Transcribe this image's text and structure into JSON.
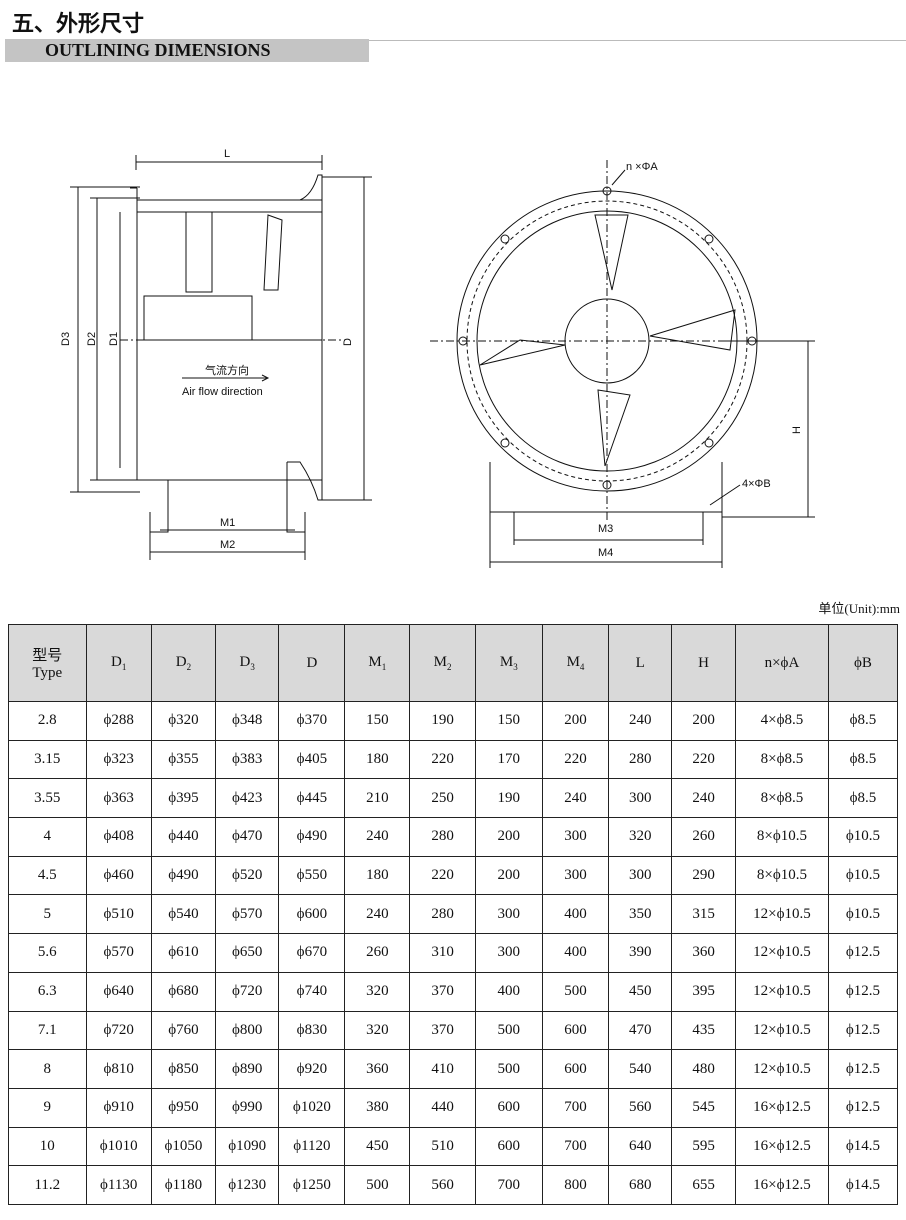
{
  "title_cn": "五、外形尺寸",
  "title_en": "OUTLINING DIMENSIONS",
  "drawing": {
    "side": {
      "L": "L",
      "D3": "D3",
      "D2": "D2",
      "D1": "D1",
      "D": "D",
      "airflow_cn": "气流方向",
      "airflow_en": "Air flow direction",
      "M1": "M1",
      "M2": "M2"
    },
    "front": {
      "holes_A": "n ×ΦA",
      "holes_B": "4×ΦB",
      "M3": "M3",
      "M4": "M4",
      "H": "H"
    }
  },
  "unit": "单位(Unit):mm",
  "table": {
    "headers": [
      {
        "main": "型号",
        "sub": "Type"
      },
      {
        "main": "D",
        "sub": "1"
      },
      {
        "main": "D",
        "sub": "2"
      },
      {
        "main": "D",
        "sub": "3"
      },
      {
        "main": "D",
        "sub": ""
      },
      {
        "main": "M",
        "sub": "1"
      },
      {
        "main": "M",
        "sub": "2"
      },
      {
        "main": "M",
        "sub": "3"
      },
      {
        "main": "M",
        "sub": "4"
      },
      {
        "main": "L",
        "sub": ""
      },
      {
        "main": "H",
        "sub": ""
      },
      {
        "main": "n×ϕA",
        "sub": ""
      },
      {
        "main": "ϕB",
        "sub": ""
      }
    ],
    "rows": [
      [
        "2.8",
        "ϕ288",
        "ϕ320",
        "ϕ348",
        "ϕ370",
        "150",
        "190",
        "150",
        "200",
        "240",
        "200",
        "4×ϕ8.5",
        "ϕ8.5"
      ],
      [
        "3.15",
        "ϕ323",
        "ϕ355",
        "ϕ383",
        "ϕ405",
        "180",
        "220",
        "170",
        "220",
        "280",
        "220",
        "8×ϕ8.5",
        "ϕ8.5"
      ],
      [
        "3.55",
        "ϕ363",
        "ϕ395",
        "ϕ423",
        "ϕ445",
        "210",
        "250",
        "190",
        "240",
        "300",
        "240",
        "8×ϕ8.5",
        "ϕ8.5"
      ],
      [
        "4",
        "ϕ408",
        "ϕ440",
        "ϕ470",
        "ϕ490",
        "240",
        "280",
        "200",
        "300",
        "320",
        "260",
        "8×ϕ10.5",
        "ϕ10.5"
      ],
      [
        "4.5",
        "ϕ460",
        "ϕ490",
        "ϕ520",
        "ϕ550",
        "180",
        "220",
        "200",
        "300",
        "300",
        "290",
        "8×ϕ10.5",
        "ϕ10.5"
      ],
      [
        "5",
        "ϕ510",
        "ϕ540",
        "ϕ570",
        "ϕ600",
        "240",
        "280",
        "300",
        "400",
        "350",
        "315",
        "12×ϕ10.5",
        "ϕ10.5"
      ],
      [
        "5.6",
        "ϕ570",
        "ϕ610",
        "ϕ650",
        "ϕ670",
        "260",
        "310",
        "300",
        "400",
        "390",
        "360",
        "12×ϕ10.5",
        "ϕ12.5"
      ],
      [
        "6.3",
        "ϕ640",
        "ϕ680",
        "ϕ720",
        "ϕ740",
        "320",
        "370",
        "400",
        "500",
        "450",
        "395",
        "12×ϕ10.5",
        "ϕ12.5"
      ],
      [
        "7.1",
        "ϕ720",
        "ϕ760",
        "ϕ800",
        "ϕ830",
        "320",
        "370",
        "500",
        "600",
        "470",
        "435",
        "12×ϕ10.5",
        "ϕ12.5"
      ],
      [
        "8",
        "ϕ810",
        "ϕ850",
        "ϕ890",
        "ϕ920",
        "360",
        "410",
        "500",
        "600",
        "540",
        "480",
        "12×ϕ10.5",
        "ϕ12.5"
      ],
      [
        "9",
        "ϕ910",
        "ϕ950",
        "ϕ990",
        "ϕ1020",
        "380",
        "440",
        "600",
        "700",
        "560",
        "545",
        "16×ϕ12.5",
        "ϕ12.5"
      ],
      [
        "10",
        "ϕ1010",
        "ϕ1050",
        "ϕ1090",
        "ϕ1120",
        "450",
        "510",
        "600",
        "700",
        "640",
        "595",
        "16×ϕ12.5",
        "ϕ14.5"
      ],
      [
        "11.2",
        "ϕ1130",
        "ϕ1180",
        "ϕ1230",
        "ϕ1250",
        "500",
        "560",
        "700",
        "800",
        "680",
        "655",
        "16×ϕ12.5",
        "ϕ14.5"
      ]
    ]
  }
}
